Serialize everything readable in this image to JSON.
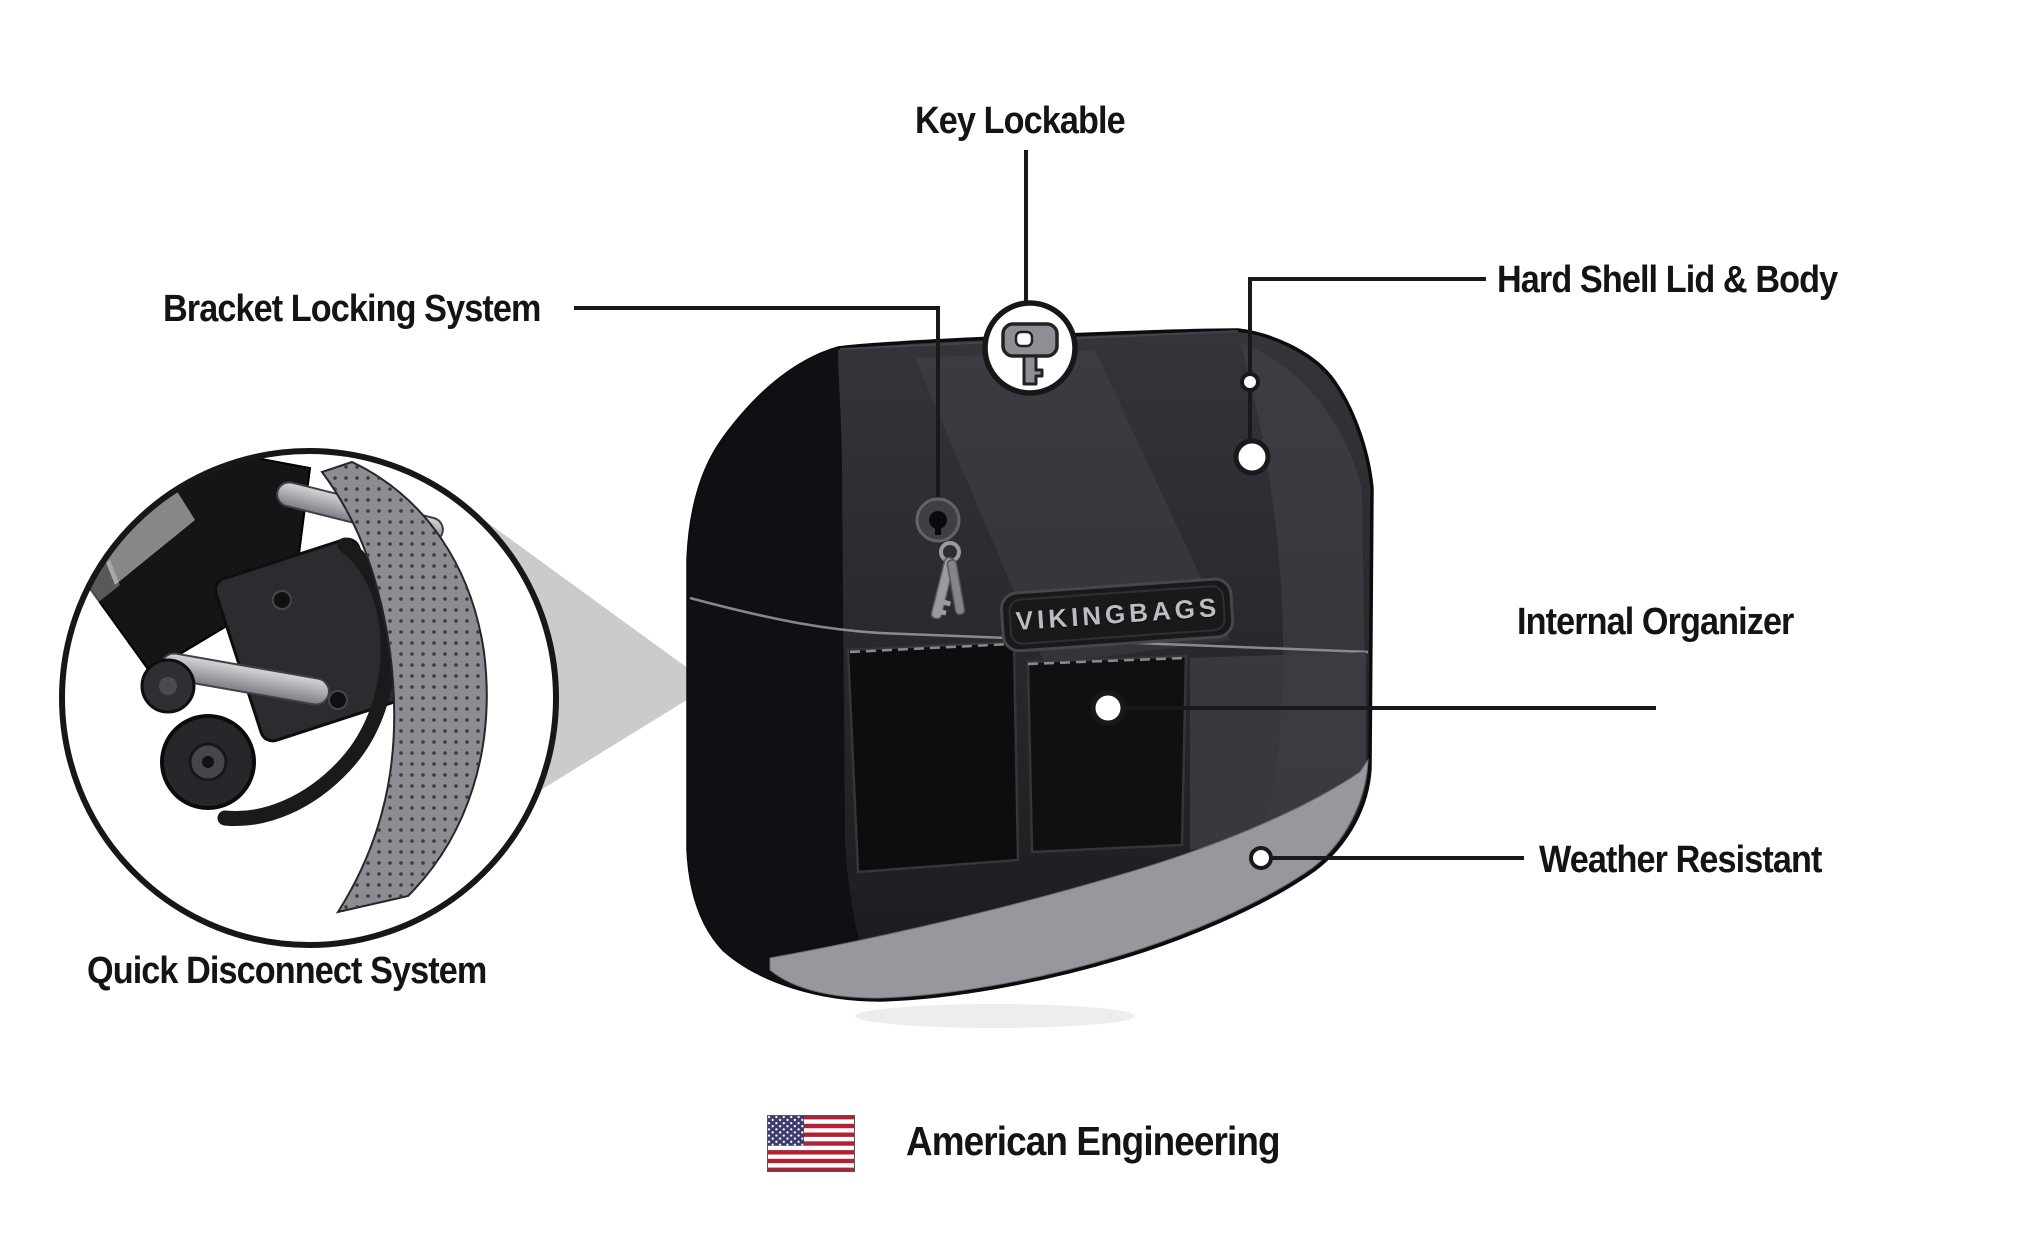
{
  "callouts": [
    {
      "id": "key-lockable",
      "label": "Key Lockable"
    },
    {
      "id": "bracket-locking-system",
      "label": "Bracket Locking System"
    },
    {
      "id": "hard-shell-lid-body",
      "label": "Hard Shell Lid & Body"
    },
    {
      "id": "internal-organizer",
      "label": "Internal Organizer"
    },
    {
      "id": "weather-resistant",
      "label": "Weather Resistant"
    },
    {
      "id": "quick-disconnect-system",
      "label": "Quick Disconnect System"
    }
  ],
  "footer": {
    "label": "American Engineering"
  },
  "product": {
    "brand_plate": "VIKINGBAGS"
  },
  "icons": [
    {
      "name": "key-icon"
    },
    {
      "name": "us-flag-icon"
    },
    {
      "name": "quick-disconnect-inset"
    }
  ],
  "colors": {
    "label_text": "#141414",
    "callout_line": "#191919",
    "bag_dark": "#1b1b1f",
    "interior_gray": "#97979d",
    "flag_red": "#B22234",
    "flag_blue": "#3C3B6E"
  }
}
